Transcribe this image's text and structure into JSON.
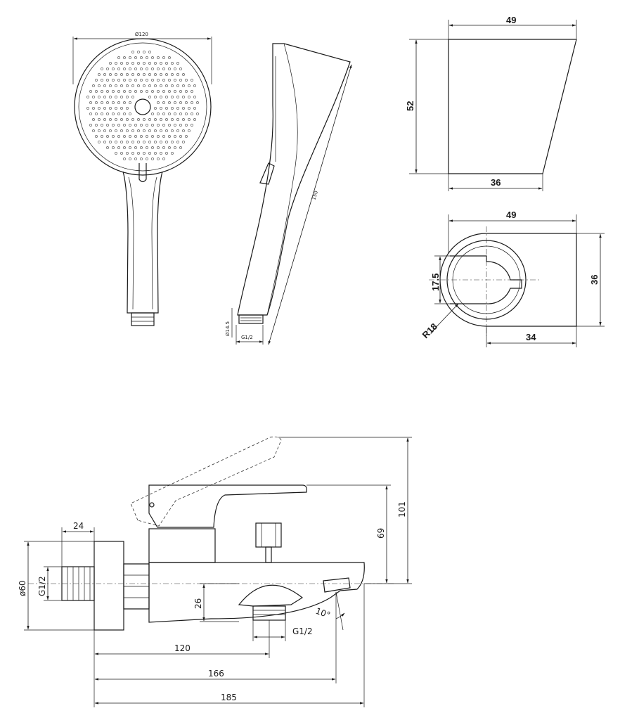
{
  "shower_head": {
    "diameter_label": "Ø120",
    "length_label": "150",
    "thread_small_label": "Ø14.5",
    "thread_label": "G1/2"
  },
  "holder_side": {
    "top_width": "49",
    "height": "52",
    "bottom_width": "36"
  },
  "holder_top": {
    "width": "49",
    "depth": "36",
    "slot": "17.5",
    "radius": "R18",
    "base": "34"
  },
  "faucet": {
    "nut_width": "24",
    "flange_dia": "ø60",
    "inlet_thread": "G1/2",
    "spout_height": "26",
    "outlet_thread": "G1/2",
    "angle": "10°",
    "body_height": "69",
    "total_height": "101",
    "dim_120": "120",
    "dim_166": "166",
    "dim_185": "185"
  }
}
